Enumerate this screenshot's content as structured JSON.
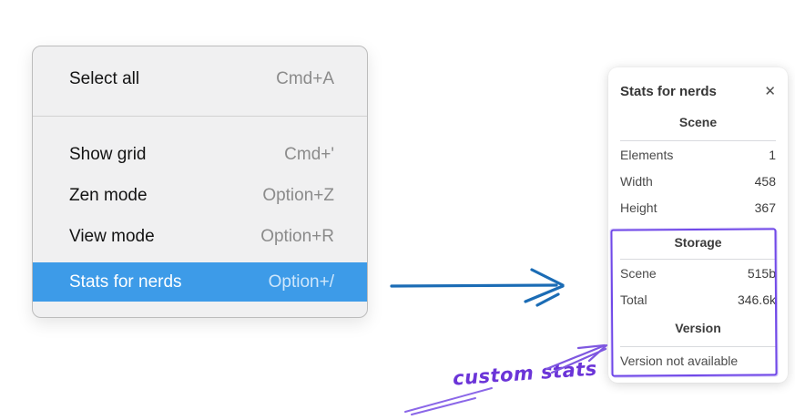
{
  "context_menu": {
    "items": [
      {
        "label": "Select all",
        "shortcut": "Cmd+A"
      },
      {
        "label": "Show grid",
        "shortcut": "Cmd+'"
      },
      {
        "label": "Zen mode",
        "shortcut": "Option+Z"
      },
      {
        "label": "View mode",
        "shortcut": "Option+R"
      },
      {
        "label": "Stats for nerds",
        "shortcut": "Option+/"
      }
    ],
    "selected_item": "Stats for nerds",
    "highlight_color": "#3d9be8"
  },
  "stats_panel": {
    "title": "Stats for nerds",
    "close_label": "✕",
    "scene_section": {
      "heading": "Scene",
      "rows": [
        {
          "label": "Elements",
          "value": "1"
        },
        {
          "label": "Width",
          "value": "458"
        },
        {
          "label": "Height",
          "value": "367"
        }
      ]
    },
    "storage_section": {
      "heading": "Storage",
      "rows": [
        {
          "label": "Scene",
          "value": "515b"
        },
        {
          "label": "Total",
          "value": "346.6k"
        }
      ]
    },
    "version_section": {
      "heading": "Version",
      "note": "Version not available"
    }
  },
  "annotation": {
    "label": "custom stats",
    "color": "#6b34d8",
    "box_color": "#7048e8"
  },
  "connector_arrow_color": "#1b6cb5"
}
